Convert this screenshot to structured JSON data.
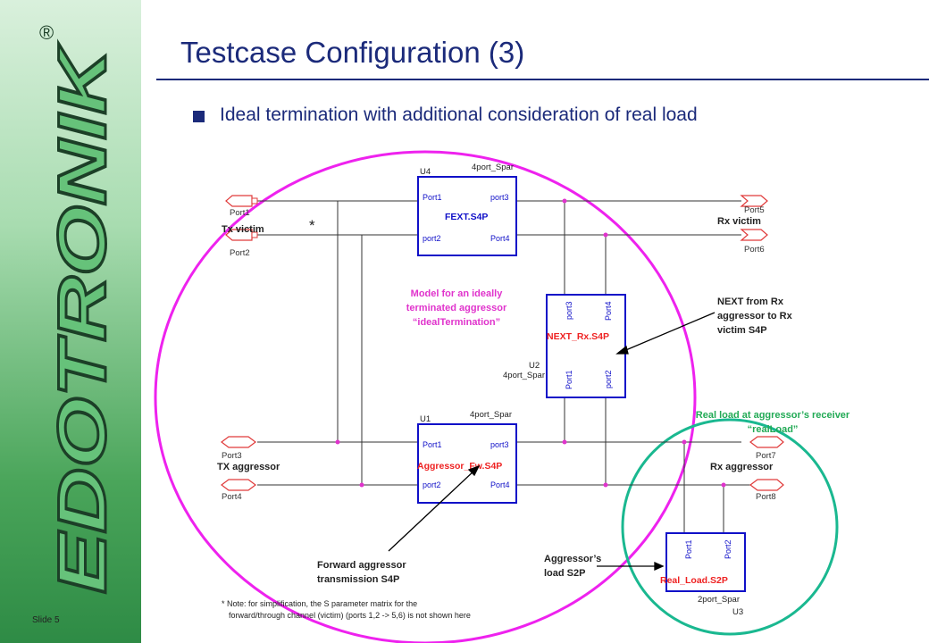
{
  "slide": {
    "number_label": "Slide 5",
    "logo_text": "EDOTRONIK",
    "logo_registered": "®"
  },
  "header": {
    "title": "Testcase Configuration (3)"
  },
  "bullets": [
    {
      "text": "Ideal termination with additional consideration of real load"
    }
  ],
  "diagram": {
    "blocks": {
      "fext": {
        "name": "FEXT.S4P",
        "ref": "U4",
        "type": "4port_Spar",
        "ports": [
          "Port1",
          "port3",
          "port2",
          "Port4"
        ]
      },
      "aggressor": {
        "name": "Aggressor_Fw.S4P",
        "ref": "U1",
        "type": "4port_Spar",
        "ports": [
          "Port1",
          "port3",
          "port2",
          "Port4"
        ]
      },
      "next": {
        "name": "NEXT_Rx.S4P",
        "ref": "U2",
        "type": "4port_Spar",
        "ports": [
          "port3",
          "Port4",
          "Port1",
          "port2"
        ]
      },
      "realload": {
        "name": "Real_Load.S2P",
        "ref": "U3",
        "type": "2port_Spar",
        "ports": [
          "Port1",
          "Port2"
        ]
      }
    },
    "terminals": {
      "port1": "Port1",
      "port2": "Port2",
      "port3": "Port3",
      "port4": "Port4",
      "port5": "Port5",
      "port6": "Port6",
      "port7": "Port7",
      "port8": "Port8"
    },
    "signal_labels": {
      "tx_victim": "Tx victim",
      "rx_victim": "Rx victim",
      "tx_aggressor": "TX aggressor",
      "rx_aggressor": "Rx aggressor"
    },
    "annotations": {
      "asterisk": "*",
      "model_ideal": [
        "Model for an ideally",
        "terminated aggressor",
        "“idealTermination”"
      ],
      "next_from_rx": [
        "NEXT from Rx",
        "aggressor to Rx",
        "victim S4P"
      ],
      "real_load_title": [
        "Real load at aggressor’s receiver",
        "“realLoad”"
      ],
      "forward_aggressor": [
        "Forward aggressor",
        "transmission S4P"
      ],
      "aggressor_load": [
        "Aggressor’s",
        "load S2P"
      ],
      "note": [
        "* Note: for simplification, the S parameter matrix for the",
        "forward/through channel (victim) (ports 1,2 -> 5,6) is not shown here"
      ]
    },
    "colors": {
      "title_blue": "#1b2a7a",
      "block_blue": "#1010c8",
      "magenta": "#ee22ee",
      "teal": "#1ab890",
      "red_label": "#ee2222",
      "pink_label": "#e033cc",
      "green_label": "#22aa55",
      "wire": "#333333"
    }
  }
}
